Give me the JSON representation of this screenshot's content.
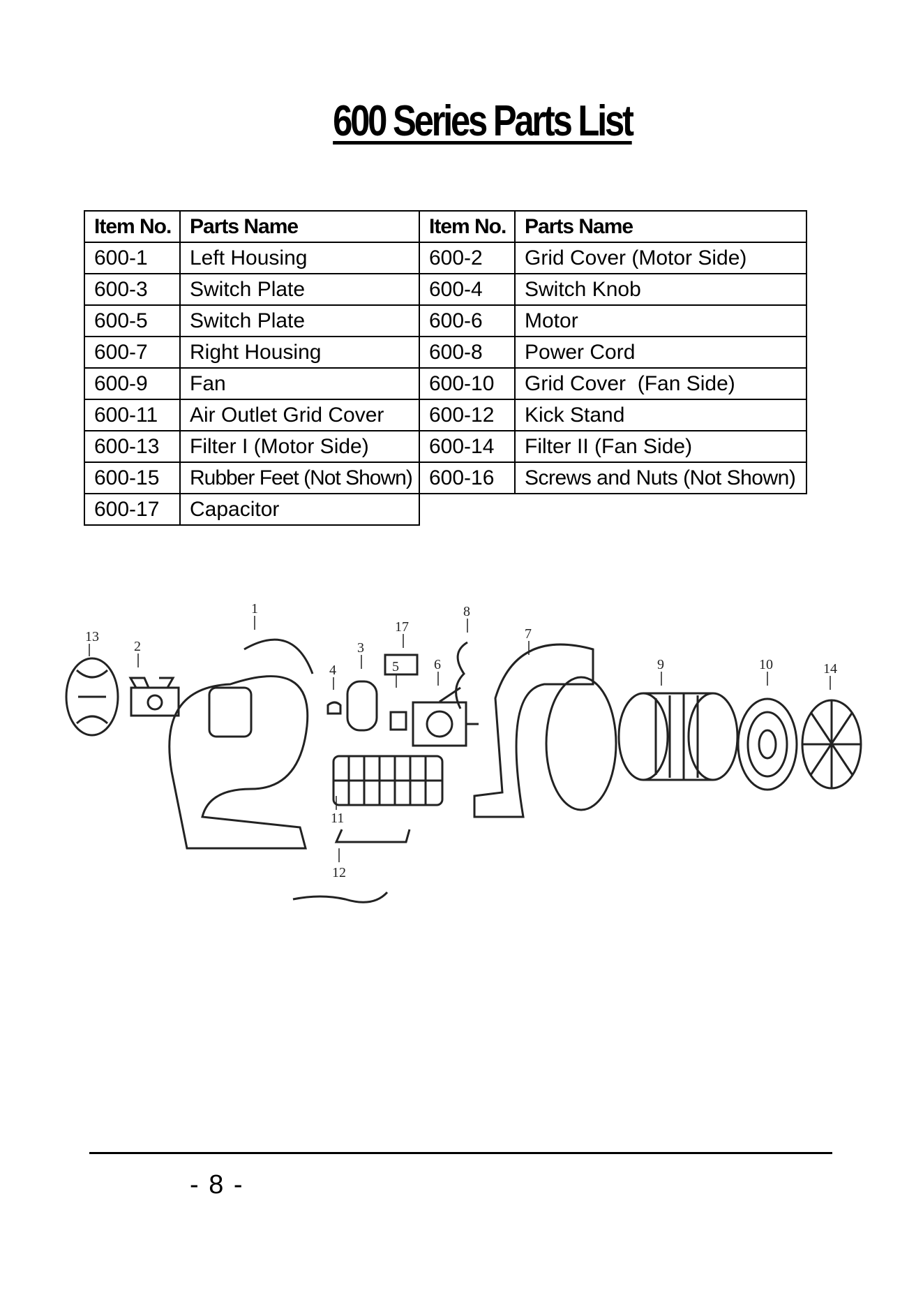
{
  "title": "600 Series Parts List",
  "table": {
    "headers": [
      "Item No.",
      "Parts Name",
      "Item No.",
      "Parts Name"
    ],
    "rows": [
      [
        "600-1",
        "Left Housing",
        "600-2",
        "Grid Cover (Motor Side)"
      ],
      [
        "600-3",
        "Switch Plate",
        "600-4",
        "Switch Knob"
      ],
      [
        "600-5",
        "Switch Plate",
        "600-6",
        "Motor"
      ],
      [
        "600-7",
        "Right Housing",
        "600-8",
        "Power Cord"
      ],
      [
        "600-9",
        "Fan",
        "600-10",
        "Grid Cover  (Fan Side)"
      ],
      [
        "600-11",
        "Air Outlet Grid Cover",
        "600-12",
        "Kick Stand"
      ],
      [
        "600-13",
        "Filter I (Motor Side)",
        "600-14",
        "Filter II (Fan Side)"
      ],
      [
        "600-15",
        "Rubber Feet (Not Shown)",
        "600-16",
        "Screws and Nuts (Not Shown)"
      ],
      [
        "600-17",
        "Capacitor",
        "",
        ""
      ]
    ]
  },
  "diagram": {
    "callouts": [
      "13",
      "2",
      "1",
      "4",
      "3",
      "17",
      "5",
      "6",
      "8",
      "7",
      "9",
      "10",
      "14",
      "11",
      "12"
    ]
  },
  "footer": {
    "page_number": "- 8 -"
  }
}
